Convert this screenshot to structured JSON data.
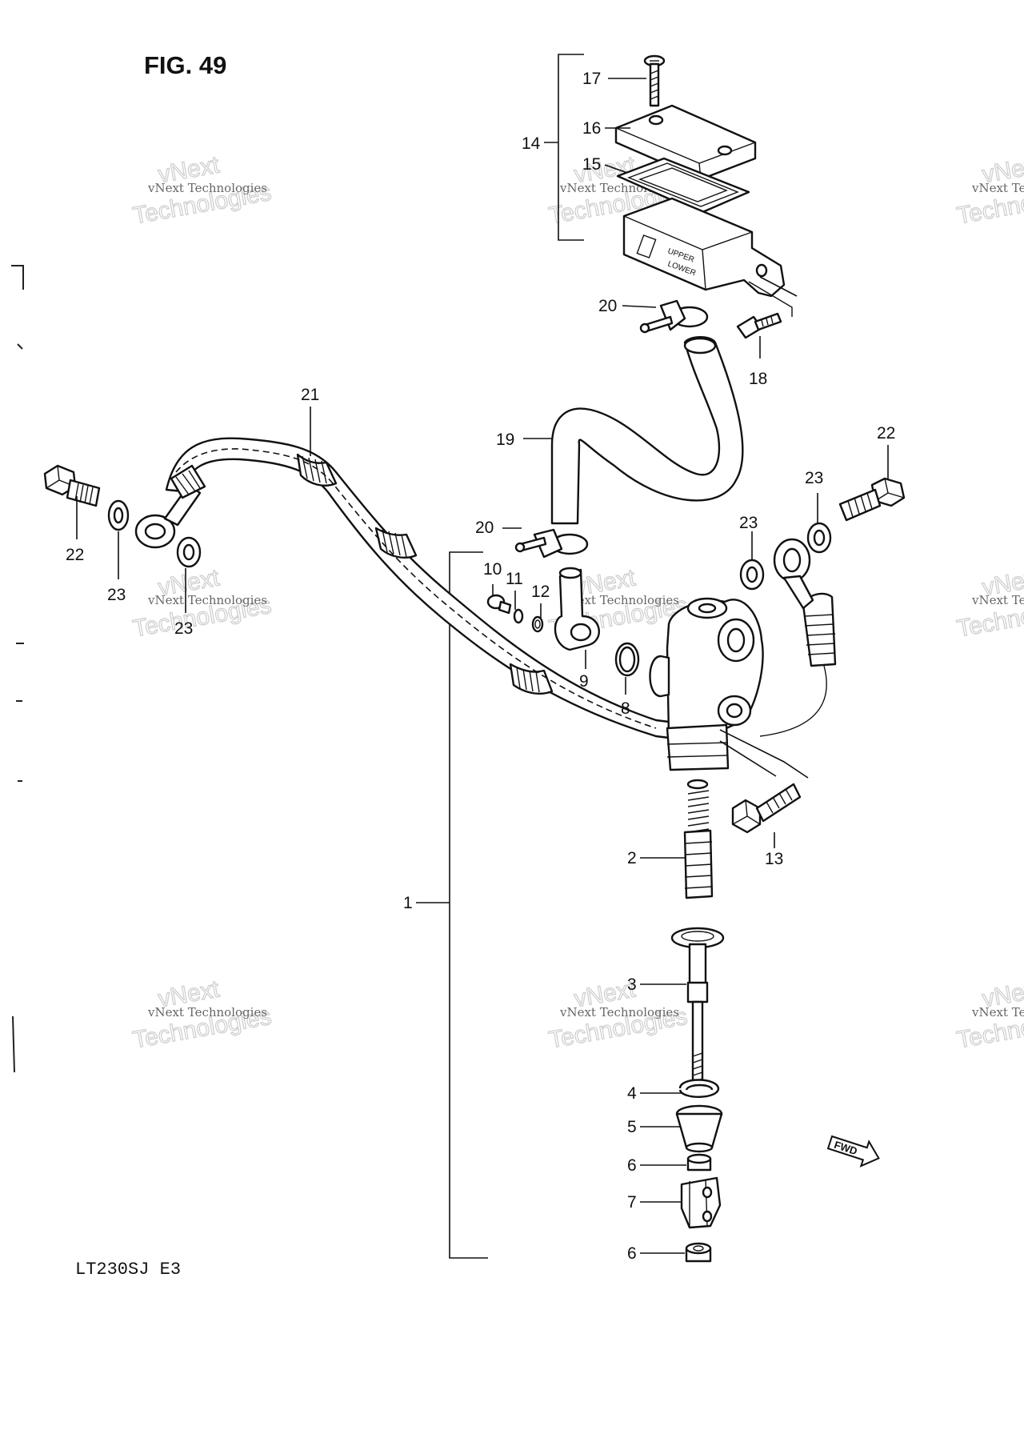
{
  "figure": {
    "title": "FIG. 49",
    "model_code": "LT230SJ  E3",
    "direction_marker": "FWD"
  },
  "watermark": {
    "line1": "vNext Technologies",
    "line2": "vNext",
    "line3": "Technologies"
  },
  "callouts": [
    {
      "id": "c1",
      "number": "1"
    },
    {
      "id": "c2",
      "number": "2"
    },
    {
      "id": "c3",
      "number": "3"
    },
    {
      "id": "c4",
      "number": "4"
    },
    {
      "id": "c5",
      "number": "5"
    },
    {
      "id": "c6a",
      "number": "6"
    },
    {
      "id": "c6b",
      "number": "6"
    },
    {
      "id": "c7",
      "number": "7"
    },
    {
      "id": "c8",
      "number": "8"
    },
    {
      "id": "c9",
      "number": "9"
    },
    {
      "id": "c10",
      "number": "10"
    },
    {
      "id": "c11",
      "number": "11"
    },
    {
      "id": "c12",
      "number": "12"
    },
    {
      "id": "c13",
      "number": "13"
    },
    {
      "id": "c14",
      "number": "14"
    },
    {
      "id": "c15",
      "number": "15"
    },
    {
      "id": "c16",
      "number": "16"
    },
    {
      "id": "c17",
      "number": "17"
    },
    {
      "id": "c18",
      "number": "18"
    },
    {
      "id": "c19",
      "number": "19"
    },
    {
      "id": "c20a",
      "number": "20"
    },
    {
      "id": "c20b",
      "number": "20"
    },
    {
      "id": "c21",
      "number": "21"
    },
    {
      "id": "c22a",
      "number": "22"
    },
    {
      "id": "c22b",
      "number": "22"
    },
    {
      "id": "c23a",
      "number": "23"
    },
    {
      "id": "c23b",
      "number": "23"
    },
    {
      "id": "c23c",
      "number": "23"
    },
    {
      "id": "c23d",
      "number": "23"
    }
  ],
  "reservoir_text": {
    "upper": "UPPER",
    "lower": "LOWER"
  }
}
